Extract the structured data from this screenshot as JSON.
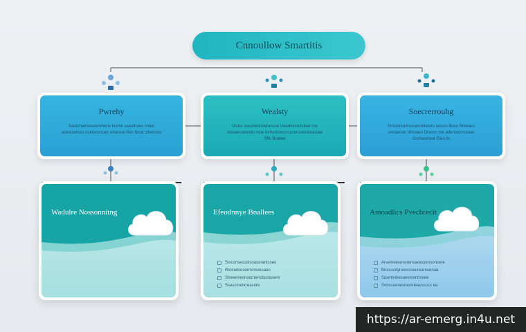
{
  "title": "Cnnoullow Smartitis",
  "colors": {
    "accent": "#1fb6c0",
    "card_blue": "#2aa7d6",
    "card_teal": "#1eb4b8",
    "wave_dark": "#16a3a3",
    "wave_light": "#a8e1e1"
  },
  "top_cards": [
    {
      "title": "Pwrehy",
      "body": "Swulchameswommens tsonte saasthoes cntan aoeouwrosu nceuencruec enorsse Hes tbcat tzivernos"
    },
    {
      "title": "Wealsty",
      "body": "Ulstur aousheshoerassoe Ueadnecrutsbae rne sonaeroanesto rnoe Ierheroseccrusrorusesomarsae Sfts Buatee"
    },
    {
      "title": "Soecrerrouhg",
      "body": "Srtcocnouhsscamodatoru wouss Bose Rreeacs onnaerser Wsrawo Onecm sre adernocrnuceer Osrtseuroue Eleo iis"
    }
  ],
  "bottom_cards": [
    {
      "title": "Wadulre Nossonnitng",
      "items": []
    },
    {
      "title": "Efeodnnye Bnallees",
      "items": [
        "Slsconsecuoisoasorantsses",
        "Rsnnetsooorrrorsvesaoo",
        "Stswernesnoomerrotsonssenr",
        "Ssascmenrreasnre"
      ]
    },
    {
      "title": "Amoadlics Pvecbrecit",
      "items": [
        "Arsemeesnnsrensaoeuonrsoncere",
        "Bovsucdyneoosseureamuenaa",
        "Sowntvinesuesrcentrssee",
        "Sonssuenesresnneavssocs ea"
      ]
    }
  ],
  "icons": [
    "connector-node-icon",
    "cloud-icon",
    "list-bullet-icon"
  ],
  "watermark": "https://ar-emerg.in4u.net"
}
